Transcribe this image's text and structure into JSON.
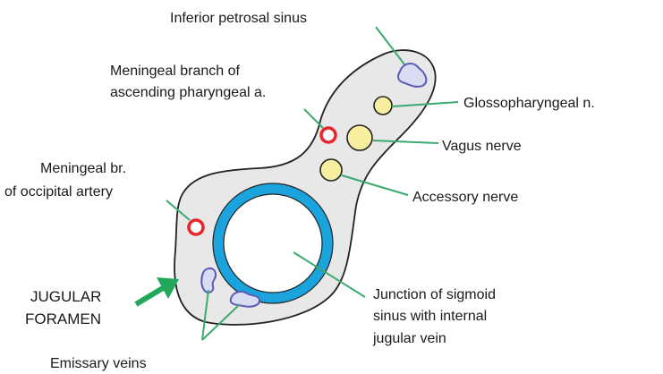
{
  "labels": {
    "inferior_petrosal_sinus": "Inferior petrosal sinus",
    "meningeal_ascending_pharyngeal_line1": "Meningeal branch of",
    "meningeal_ascending_pharyngeal_line2": "ascending pharyngeal a.",
    "glossopharyngeal": "Glossopharyngeal n.",
    "vagus": "Vagus nerve",
    "accessory": "Accessory nerve",
    "meningeal_occipital_line1": "Meningeal br.",
    "meningeal_occipital_line2": "of occipital artery",
    "jugular_foramen_line1": "JUGULAR",
    "jugular_foramen_line2": "FORAMEN",
    "junction_line1": "Junction of sigmoid",
    "junction_line2": "sinus with internal",
    "junction_line3": "jugular vein",
    "emissary_veins": "Emissary veins"
  },
  "colors": {
    "foramen_fill": "#e8e8e8",
    "outline": "#222222",
    "leader_line": "#3aaa6e",
    "arrow": "#22a85a",
    "artery_ring": "#e8252b",
    "nerve_fill": "#f7eea0",
    "sinus_ring": "#1aa3dc",
    "vein_outline": "#5b5bb5",
    "vein_fill": "#d9dcf3"
  }
}
